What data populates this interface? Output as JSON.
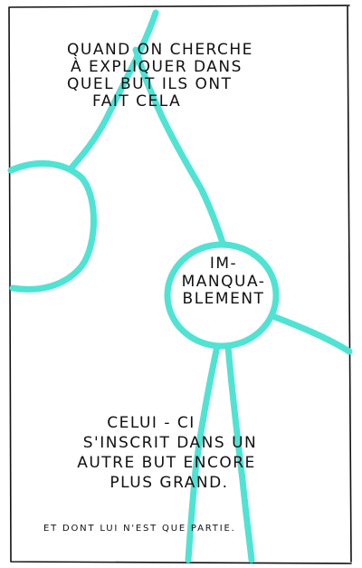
{
  "panel": {
    "colors": {
      "ink": "#111111",
      "highlight": "#4fe3d4",
      "paper": "#ffffff"
    },
    "text_top": [
      "Quand on cherche",
      "à expliquer dans",
      "quel but ils ont",
      "fait cela"
    ],
    "text_circle": [
      "Im-",
      "manqua-",
      "blement"
    ],
    "text_bottom": [
      "celui - ci",
      "s'inscrit dans un",
      "autre but encore",
      "plus grand."
    ],
    "text_footer": "Et dont lui n'est que partie."
  }
}
